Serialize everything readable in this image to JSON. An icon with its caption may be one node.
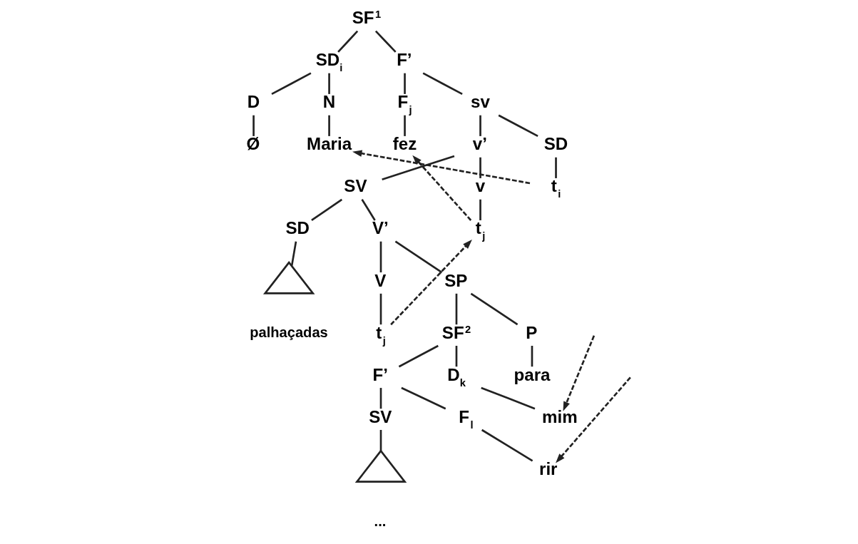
{
  "diagram": {
    "nodes": [
      {
        "text": [
          "SF$^{1}$"
        ]
      },
      {
        "text": [
          "SD$_{i}$"
        ]
      },
      {
        "text": [
          "F’"
        ]
      },
      {
        "text": [
          "D"
        ]
      },
      {
        "text": [
          "N"
        ]
      },
      {
        "text": [
          "F$_{j}$"
        ]
      },
      {
        "text": [
          "sv"
        ]
      },
      {
        "text": [
          "Ø"
        ]
      },
      {
        "text": [
          "Maria"
        ]
      },
      {
        "text": [
          "fez"
        ]
      },
      {
        "text": [
          "SD"
        ]
      },
      {
        "text": [
          "v’"
        ]
      },
      {
        "text": [
          "t$_{i}$"
        ]
      },
      {
        "text": [
          "v"
        ]
      },
      {
        "text": [
          "SV"
        ]
      },
      {
        "text": [
          "t$_{j}$"
        ]
      },
      {
        "text": [
          "SD"
        ]
      },
      {
        "text": [],
        "shape": "triangle",
        "beside": [
          "palhaçadas"
        ]
      },
      {
        "text": [
          "V’"
        ]
      },
      {
        "text": [
          "V"
        ]
      },
      {
        "text": [
          "SP"
        ]
      },
      {
        "text": [
          "t$_{j}$"
        ]
      },
      {
        "text": [
          "P"
        ]
      },
      {
        "text": [
          "SF$^{2}$"
        ]
      },
      {
        "text": [
          "para"
        ]
      },
      {
        "text": [
          "D$_{k}$"
        ]
      },
      {
        "text": [
          "F’"
        ]
      },
      {
        "text": [
          "mim"
        ]
      },
      {
        "text": [
          "F$_{l}$"
        ]
      },
      {
        "text": [
          "SV"
        ]
      },
      {
        "text": [
          "rir"
        ]
      },
      {
        "text": [],
        "shape": "triangle",
        "beside": [
          "..."
        ]
      }
    ],
    "edges": [
      {
        "from": 0,
        "to": 1,
        "arrow": "none"
      },
      {
        "from": 0,
        "to": 2,
        "arrow": "none"
      },
      {
        "from": 1,
        "to": 3,
        "arrow": "none"
      },
      {
        "from": 1,
        "to": 4,
        "arrow": "none"
      },
      {
        "from": 2,
        "to": 5,
        "arrow": "none"
      },
      {
        "from": 2,
        "to": 6,
        "arrow": "none"
      },
      {
        "from": 3,
        "to": 7,
        "arrow": "none"
      },
      {
        "from": 4,
        "to": 8,
        "arrow": "none"
      },
      {
        "from": 5,
        "to": 9,
        "arrow": "none"
      },
      {
        "from": 6,
        "to": 10,
        "arrow": "none"
      },
      {
        "from": 6,
        "to": 11,
        "arrow": "none"
      },
      {
        "from": 10,
        "to": 12,
        "arrow": "none"
      },
      {
        "from": 11,
        "to": 13,
        "arrow": "none"
      },
      {
        "from": 11,
        "to": 14,
        "arrow": "none"
      },
      {
        "from": 13,
        "to": 15,
        "arrow": "none"
      },
      {
        "from": 14,
        "to": 16,
        "arrow": "none"
      },
      {
        "from": 14,
        "to": 18,
        "arrow": "none"
      },
      {
        "from": 16,
        "to": 17,
        "arrow": "none"
      },
      {
        "from": 18,
        "to": 19,
        "arrow": "none"
      },
      {
        "from": 18,
        "to": 20,
        "arrow": "none"
      },
      {
        "from": 19,
        "to": 21,
        "arrow": "none"
      },
      {
        "from": 20,
        "to": 22,
        "arrow": "none"
      },
      {
        "from": 20,
        "to": 23,
        "arrow": "none"
      },
      {
        "from": 22,
        "to": 24,
        "arrow": "none"
      },
      {
        "from": 23,
        "to": 25,
        "arrow": "none"
      },
      {
        "from": 23,
        "to": 26,
        "arrow": "none"
      },
      {
        "from": 25,
        "to": 27,
        "arrow": "none"
      },
      {
        "from": 26,
        "to": 28,
        "arrow": "none"
      },
      {
        "from": 26,
        "to": 29,
        "arrow": "none"
      },
      {
        "from": 28,
        "to": 30,
        "arrow": "none"
      },
      {
        "from": 29,
        "to": 31,
        "arrow": "none"
      },
      {
        "from": 12,
        "to": 8,
        "arrow": "to",
        "style": "dashed"
      },
      {
        "from": 15,
        "to": 9,
        "arrow": "to",
        "style": "dashed"
      },
      {
        "from": 21,
        "to": 15,
        "arrow": "to",
        "style": "dashed"
      },
      {
        "from": null,
        "to": 30,
        "arrow": "to",
        "style": "dashed"
      },
      {
        "from": null,
        "to": 27,
        "arrow": "to",
        "style": "dashed"
      }
    ]
  }
}
